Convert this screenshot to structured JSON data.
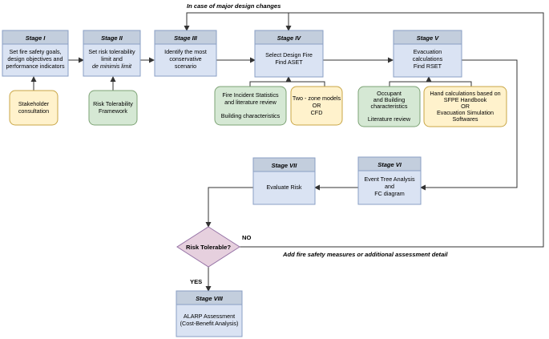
{
  "stages": [
    {
      "title": "Stage I",
      "lines": [
        "Set fire safety goals,",
        "design objectives and",
        "performance indicators"
      ]
    },
    {
      "title": "Stage II",
      "lines": [
        "Set risk tolerability",
        "limit and",
        "de minimis limit"
      ]
    },
    {
      "title": "Stage III",
      "lines": [
        "Identify the most",
        "conservative",
        "scenario"
      ]
    },
    {
      "title": "Stage IV",
      "lines": [
        "Select Design Fire",
        "Find ASET"
      ]
    },
    {
      "title": "Stage V",
      "lines": [
        "Evacuation",
        "calculations",
        "Find RSET"
      ]
    },
    {
      "title": "Stage VI",
      "lines": [
        "Event Tree Analysis",
        "and",
        "FC diagram"
      ]
    },
    {
      "title": "Stage VII",
      "lines": [
        "Evaluate Risk"
      ]
    },
    {
      "title": "Stage VIII",
      "lines": [
        "ALARP Assessment",
        "(Cost-Benefit Analysis)"
      ]
    }
  ],
  "inputs": [
    {
      "id": "stakeholder",
      "lines": [
        "Stakeholder",
        "consultation"
      ]
    },
    {
      "id": "risk-framework",
      "lines": [
        "Risk Tolerability",
        "Framework"
      ]
    },
    {
      "id": "fire-stats",
      "lines": [
        "Fire Incident Statistics",
        "and literature review",
        "",
        "Building characteristics"
      ]
    },
    {
      "id": "zone-models",
      "lines": [
        "Two - zone models",
        "OR",
        "CFD"
      ]
    },
    {
      "id": "occupant",
      "lines": [
        "Occupant",
        "and Building",
        "characteristics",
        "",
        "Literature review"
      ]
    },
    {
      "id": "hand-calc",
      "lines": [
        "Hand calculations based on",
        "SFPE Handbook",
        "OR",
        "Evacuation Simulation",
        "Softwares"
      ]
    }
  ],
  "decision": {
    "label": "Risk Tolerable?",
    "no": "NO",
    "yes": "YES"
  },
  "annotations": {
    "design_changes": "In case of major design changes",
    "add_measures": "Add fire safety measures or additional assessment detail"
  },
  "colors": {
    "stage_fill": "#dae3f3",
    "stage_header": "#c3cedd",
    "input_yellow": "#fff2cc",
    "input_green": "#d5e8d4",
    "decision_fill": "#e6d0de"
  }
}
